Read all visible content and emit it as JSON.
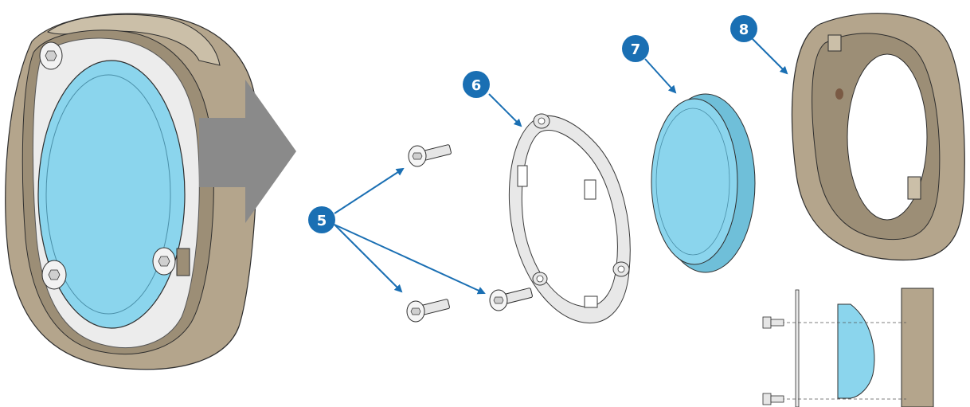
{
  "callouts": [
    {
      "id": "5",
      "label": "5"
    },
    {
      "id": "6",
      "label": "6"
    },
    {
      "id": "7",
      "label": "7"
    },
    {
      "id": "8",
      "label": "8"
    }
  ],
  "colors": {
    "housing": "#b4a58c",
    "housing_dark": "#9c8e76",
    "housing_light": "#cbbfa8",
    "lens": "#8bd5ed",
    "lens_dark": "#6fbfd9",
    "metal": "#ececec",
    "metal_edge": "#9a9a9a",
    "arrow_gray": "#8a8a8a",
    "callout_blue": "#1a6fb3",
    "outline": "#2e2e2e"
  },
  "icons": {
    "process_arrow": "big-right-arrow-icon",
    "callout": "numbered-callout-icon"
  }
}
